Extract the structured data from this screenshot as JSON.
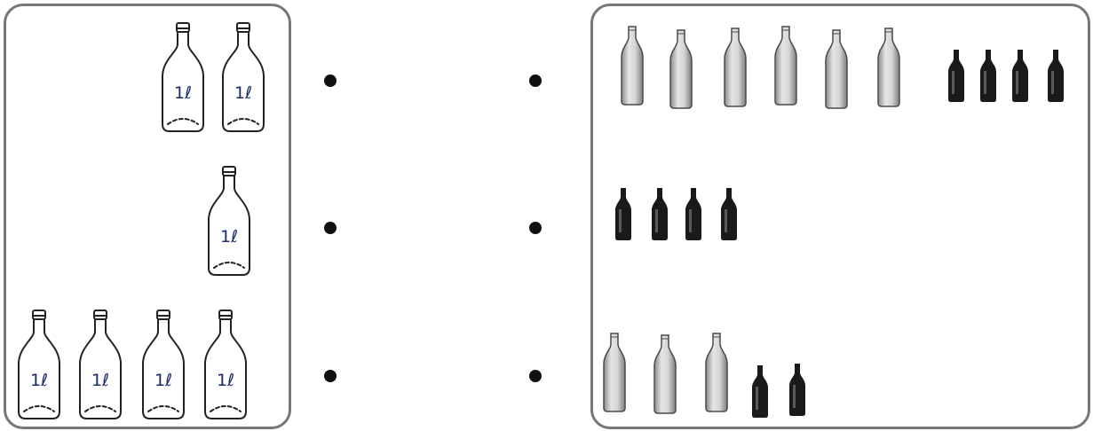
{
  "bottle_label": "1ℓ",
  "left_rows": [
    {
      "liter_bottles": 2
    },
    {
      "liter_bottles": 1
    },
    {
      "liter_bottles": 4
    }
  ],
  "right_rows": [
    {
      "large_bottles": 6,
      "small_bottles": 4
    },
    {
      "large_bottles": 0,
      "small_bottles": 4
    },
    {
      "large_bottles": 3,
      "small_bottles": 2
    }
  ],
  "colors": {
    "panel_border": "#777777",
    "outline_bottle_stroke": "#222222",
    "large_bottle_fill": "#c9c9c9",
    "small_bottle_fill": "#1a1a1a",
    "dot": "#111111"
  }
}
